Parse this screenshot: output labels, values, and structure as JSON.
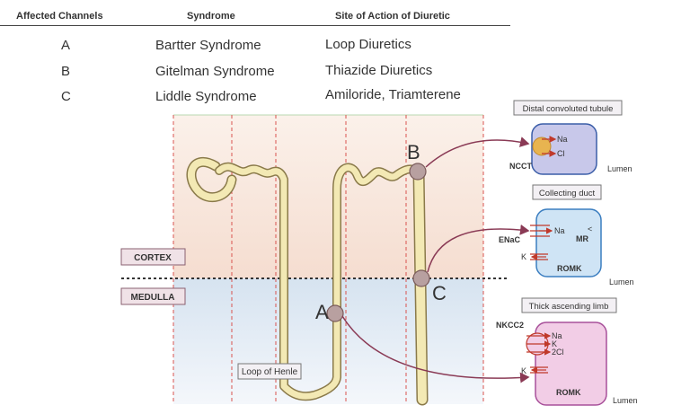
{
  "table": {
    "headers": {
      "affected": "Affected Channels",
      "syndrome": "Syndrome",
      "site": "Site of Action of Diuretic"
    },
    "rows": [
      {
        "channel": "A",
        "syndrome": "Bartter Syndrome",
        "site": "Loop Diuretics"
      },
      {
        "channel": "B",
        "syndrome": "Gitelman Syndrome",
        "site": "Thiazide Diuretics"
      },
      {
        "channel": "C",
        "syndrome": "Liddle Syndrome",
        "site": "Amiloride, Triamterene"
      }
    ]
  },
  "diagram": {
    "regions": {
      "cortex": "CORTEX",
      "medulla": "MEDULLA"
    },
    "loop_label": "Loop of Henle",
    "markers": {
      "a": "A",
      "b": "B",
      "c": "C"
    },
    "cells": {
      "dct": {
        "title": "Distal convoluted tubule",
        "transporter": "NCCT",
        "ion1": "Na",
        "ion2": "Cl",
        "lumen": "Lumen"
      },
      "cd": {
        "title": "Collecting duct",
        "transporter": "ENaC",
        "ion_na": "Na",
        "ion_k": "K",
        "mr": "MR",
        "mr_arrow": "<",
        "romk": "ROMK",
        "lumen": "Lumen"
      },
      "tal": {
        "title": "Thick ascending limb",
        "transporter": "NKCC2",
        "ion_na": "Na",
        "ion_k": "K",
        "ion_cl": "2Cl",
        "ion_k_out": "K",
        "romk": "ROMK",
        "lumen": "Lumen"
      }
    },
    "colors": {
      "cortex_bg": "#f7e4d8",
      "medulla_bg": "#dde8f3",
      "tubule_fill": "#f3e9b4",
      "tubule_stroke": "#8a7a4a",
      "dashed_red": "#d9534f",
      "dct_cell": "#c8c8ea",
      "cd_cell": "#cfe4f5",
      "tal_cell": "#f2cde6",
      "arrow": "#8a3a55",
      "marker": "#b8a0a0"
    }
  }
}
